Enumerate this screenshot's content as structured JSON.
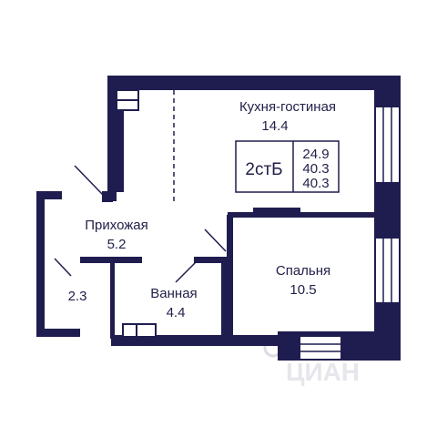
{
  "colors": {
    "wall": "#1f1d4f",
    "text": "#22214a",
    "background": "#ffffff",
    "watermark": "#d8d8e0"
  },
  "rooms": {
    "kitchen_living": {
      "name": "Кухня-гостиная",
      "area": "14.4"
    },
    "hallway": {
      "name": "Прихожая",
      "area": "5.2"
    },
    "wardrobe": {
      "area": "2.3"
    },
    "bathroom": {
      "name": "Ванная",
      "area": "4.4"
    },
    "bedroom": {
      "name": "Спальня",
      "area": "10.5"
    }
  },
  "apartment": {
    "type": "2стБ",
    "areas": [
      "24.9",
      "40.3",
      "40.3"
    ]
  },
  "watermark": {
    "text": "ЦИАН",
    "logo_icon": "cian-logo"
  }
}
